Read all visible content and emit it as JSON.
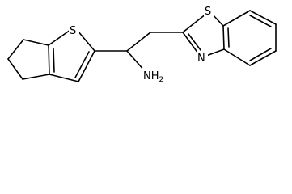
{
  "molecule": {
    "atoms": {
      "s_thiophene": "S",
      "s_benzothiazole": "S",
      "n_benzothiazole": "N",
      "amine": "NH",
      "amine_subscript": "2"
    }
  },
  "colors": {
    "bond": "#000000",
    "background": "#ffffff"
  }
}
